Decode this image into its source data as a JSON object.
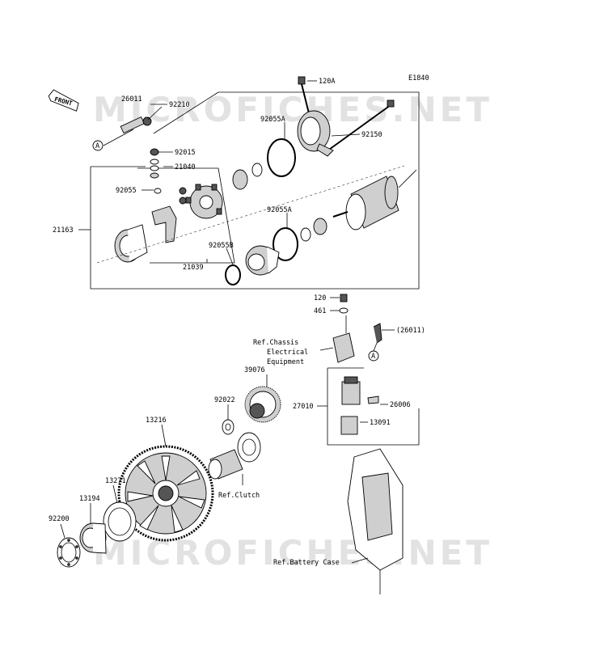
{
  "diagram_code": "E1840",
  "watermark": "MICROFICHES.NET",
  "front_label": "FRONT",
  "ref_a": "A",
  "labels": {
    "p120A": "120A",
    "p26011": "26011",
    "p92210": "92210",
    "p92055A_top": "92055A",
    "p92150": "92150",
    "p92015": "92015",
    "p21040": "21040",
    "p92055": "92055",
    "p92055A_mid": "92055A",
    "p21163": "21163",
    "p92055B": "92055B",
    "p21039": "21039",
    "p120": "120",
    "p461": "461",
    "p26011_ref": "(26011)",
    "ref_chassis_1": "Ref.Chassis",
    "ref_chassis_2": "Electrical",
    "ref_chassis_3": "Equipment",
    "p39076": "39076",
    "p92022": "92022",
    "p27010": "27010",
    "p26006": "26006",
    "p13091": "13091",
    "p13216": "13216",
    "p13271": "13271",
    "p13194": "13194",
    "p92200": "92200",
    "ref_clutch": "Ref.Clutch",
    "ref_battery": "Ref.Battery Case"
  }
}
